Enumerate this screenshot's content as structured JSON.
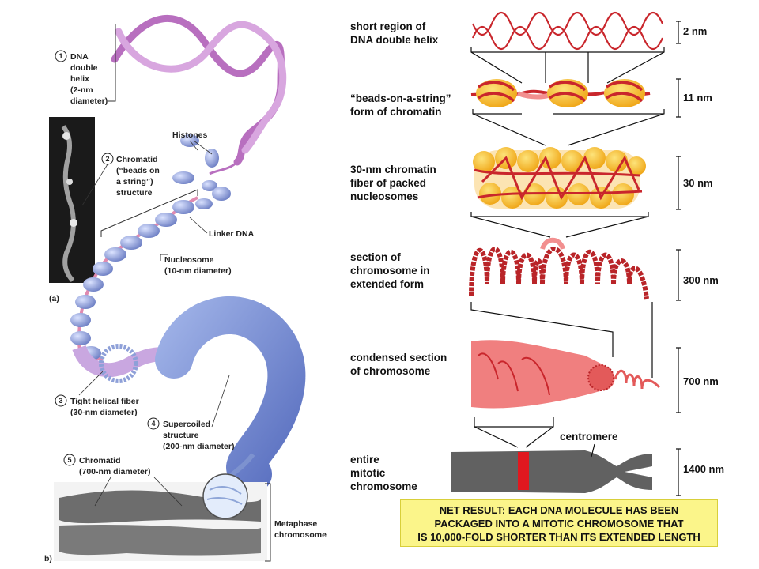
{
  "left_panel": {
    "steps": [
      {
        "num": "1",
        "lines": [
          "DNA",
          "double",
          "helix",
          "(2-nm",
          "diameter)"
        ]
      },
      {
        "num": "2",
        "lines": [
          "Chromatid",
          "(“beads on",
          "a string”)",
          "structure"
        ]
      },
      {
        "num": "3",
        "lines": [
          "Tight helical fiber",
          "(30-nm diameter)"
        ]
      },
      {
        "num": "4",
        "lines": [
          "Supercoiled",
          "structure",
          "(200-nm diameter)"
        ]
      },
      {
        "num": "5",
        "lines": [
          "Chromatid",
          "(700-nm diameter)"
        ]
      }
    ],
    "histones": "Histones",
    "linker_dna": "Linker DNA",
    "nucleosome": [
      "Nucleosome",
      "(10-nm diameter)"
    ],
    "metaphase": [
      "Metaphase",
      "chromosome"
    ],
    "panel_a": "(a)",
    "panel_b": "b)"
  },
  "right_panel": {
    "levels": [
      {
        "lines": [
          "short region of",
          "DNA double helix"
        ],
        "size": "2 nm"
      },
      {
        "lines": [
          "“beads-on-a-string”",
          "form of chromatin"
        ],
        "size": "11 nm"
      },
      {
        "lines": [
          "30-nm chromatin",
          "fiber of packed",
          "nucleosomes"
        ],
        "size": "30 nm"
      },
      {
        "lines": [
          "section of",
          "chromosome in",
          "extended form"
        ],
        "size": "300 nm"
      },
      {
        "lines": [
          "condensed section",
          "of chromosome"
        ],
        "size": "700 nm"
      },
      {
        "lines": [
          "entire",
          "mitotic",
          "chromosome"
        ],
        "size": "1400 nm"
      }
    ],
    "centromere": "centromere",
    "net_result": [
      "NET RESULT: EACH DNA MOLECULE HAS BEEN",
      "PACKAGED INTO A MITOTIC CHROMOSOME THAT",
      "IS 10,000-FOLD SHORTER THAN ITS EXTENDED LENGTH"
    ]
  },
  "colors": {
    "dna": "#c9262c",
    "bead": "#f4c51c",
    "helix_left": "#b86fbf",
    "fiber_left": "#7d92cf",
    "highlight": "#fbf58a"
  }
}
